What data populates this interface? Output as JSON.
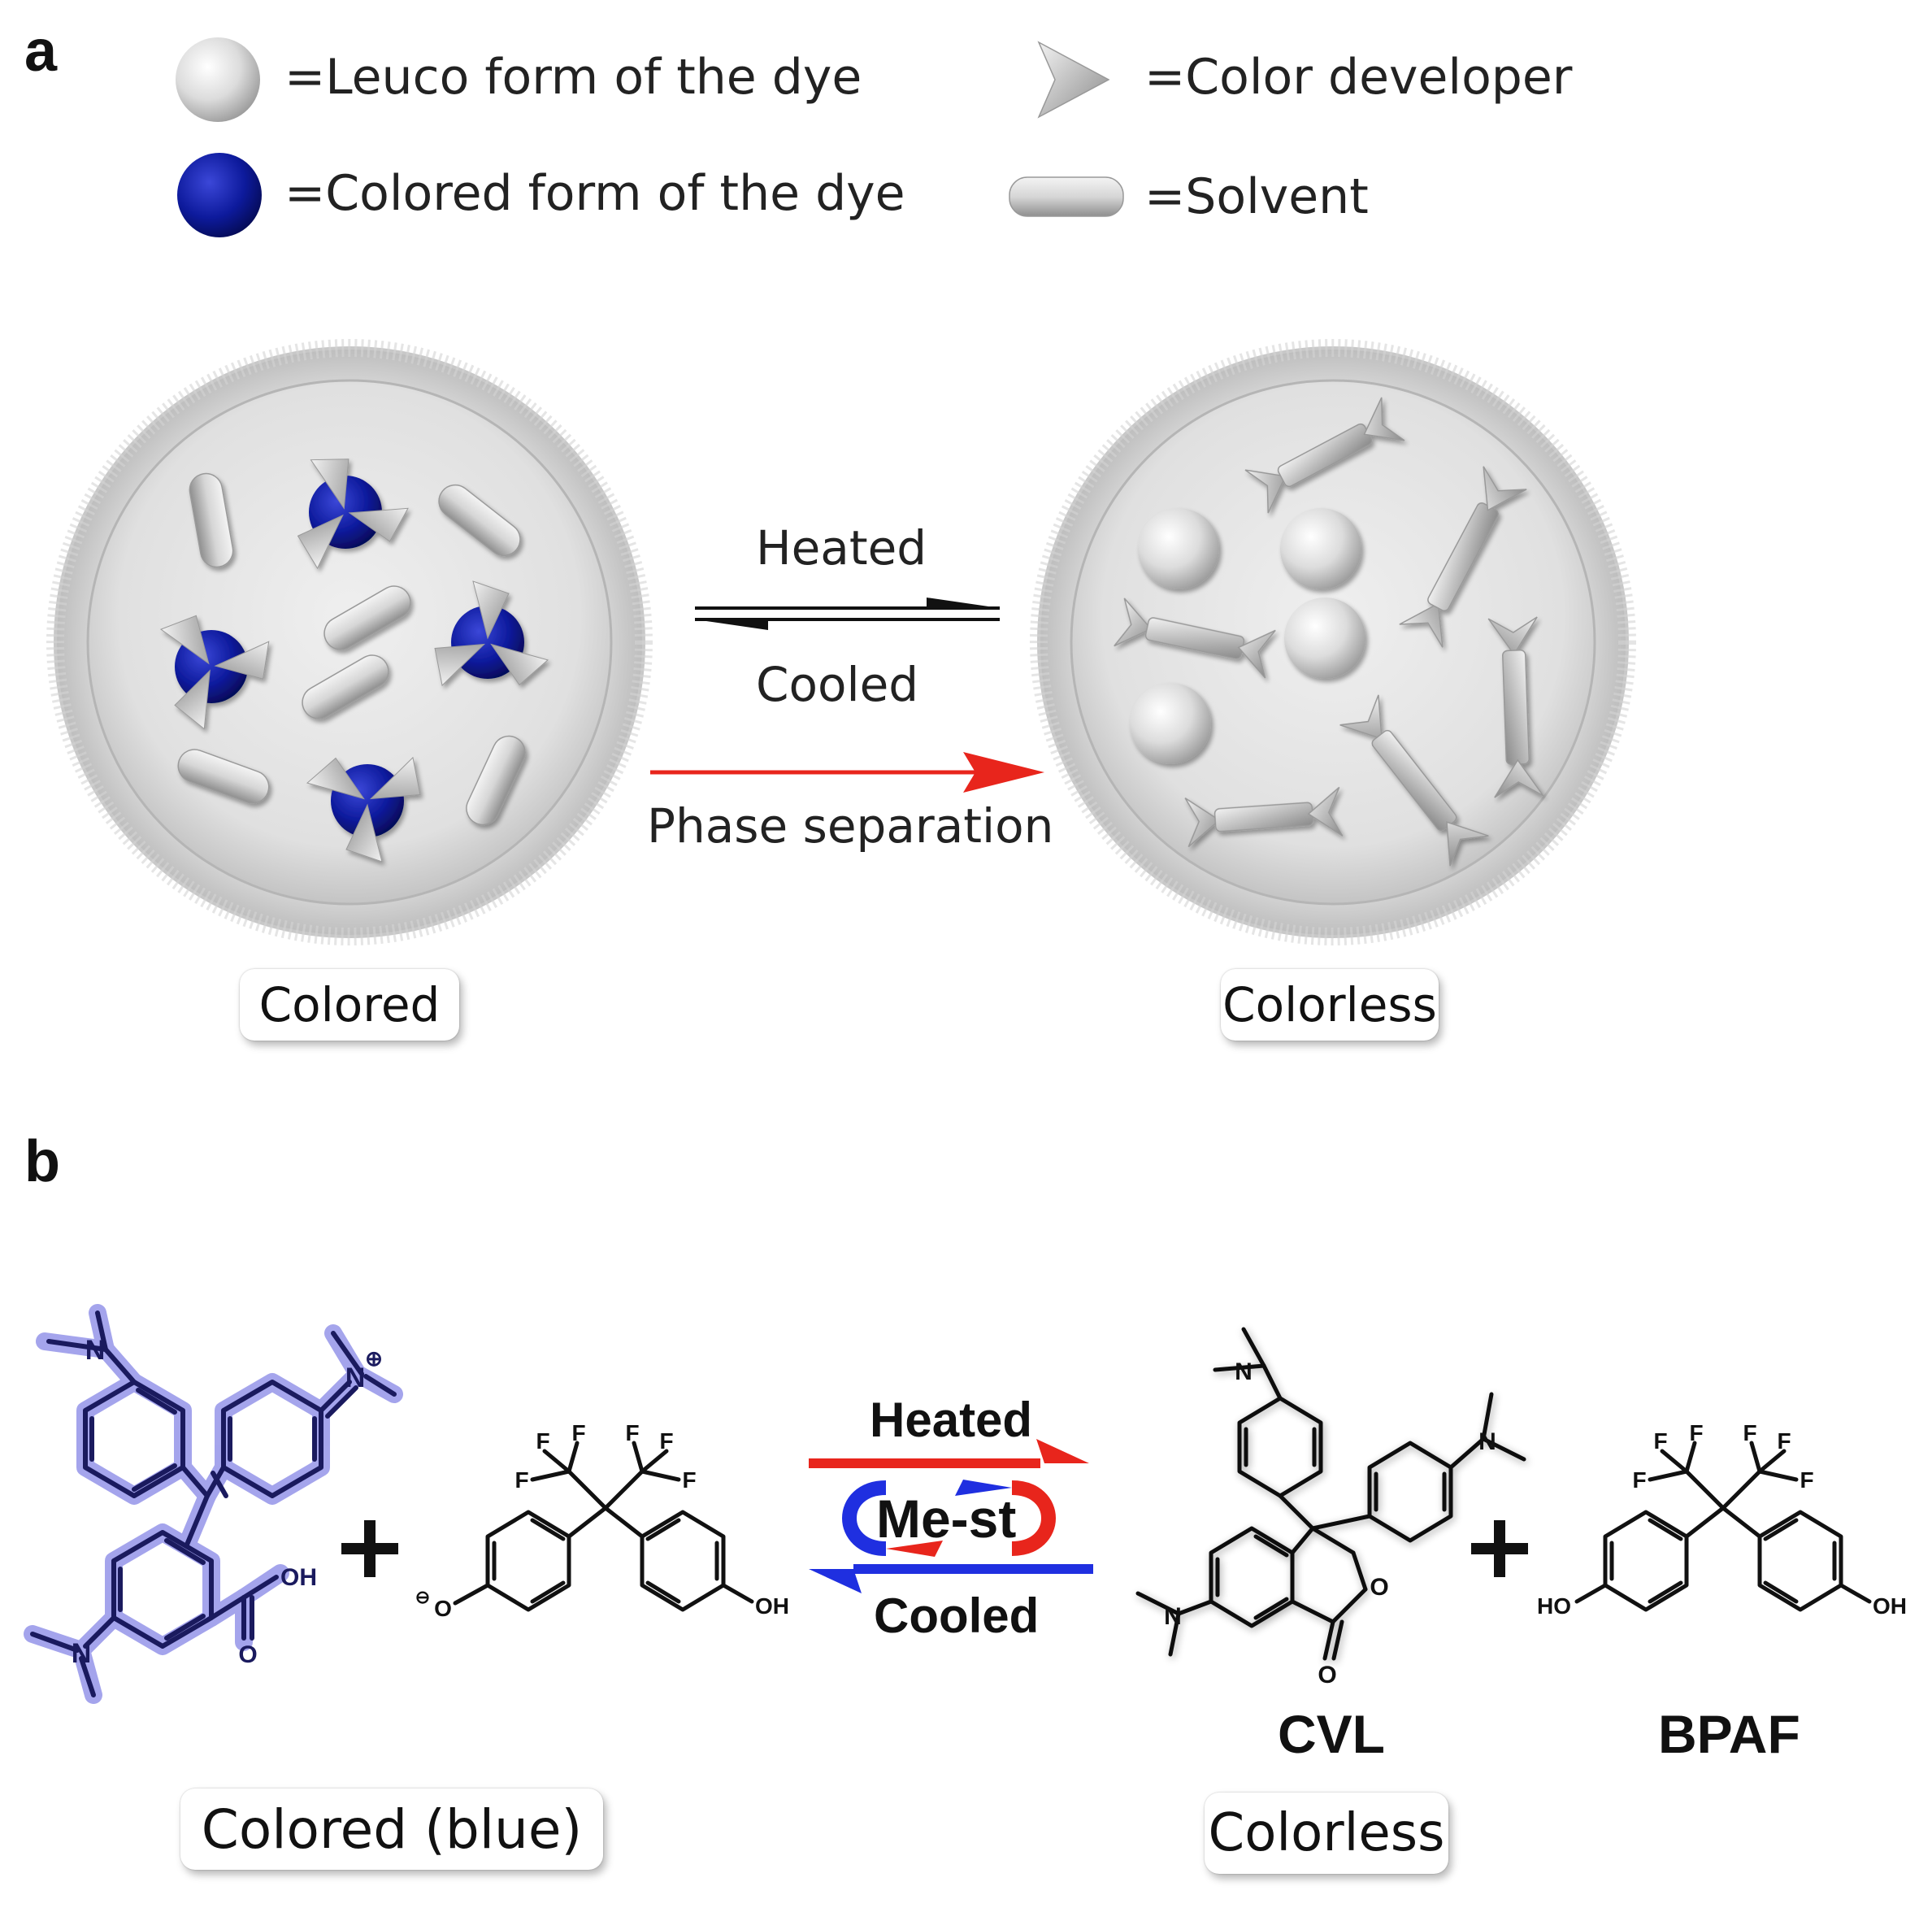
{
  "panel_a": {
    "letter": "a",
    "legend": {
      "leuco": "=Leuco form of the dye",
      "colored": "=Colored form of the dye",
      "developer": "=Color developer",
      "solvent": "=Solvent"
    },
    "heated": "Heated",
    "cooled": "Cooled",
    "phase_separation": "Phase separation",
    "left_state": "Colored",
    "right_state": "Colorless"
  },
  "panel_b": {
    "letter": "b",
    "heated": "Heated",
    "cooled": "Cooled",
    "me_st": "Me-st",
    "left_state": "Colored  (blue)",
    "cvl": "CVL",
    "bpaf": "BPAF",
    "right_state": "Colorless",
    "atoms": {
      "N": "N",
      "N_plus": "⊕",
      "O": "O",
      "OH": "OH",
      "HO": "HO",
      "O_minus": "⊖",
      "F": "F"
    }
  },
  "colors": {
    "dye_blue": "#0d1a9c",
    "blue_highlight": "#8f8fe6",
    "arrow_red": "#e8251c",
    "arrow_blue": "#1f2fe0",
    "sphere_gray": "#d9d9d9"
  }
}
